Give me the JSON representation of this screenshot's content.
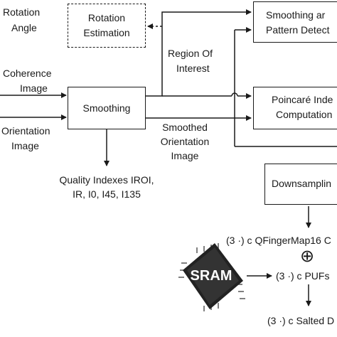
{
  "labels": {
    "rotation_angle_1": "Rotation",
    "rotation_angle_2": "Angle",
    "coherence_1": "Coherence",
    "coherence_2": "Image",
    "orientation_1": "Orientation",
    "orientation_2": "Image",
    "roi_1": "Region Of",
    "roi_2": "Interest",
    "smoothed_1": "Smoothed",
    "smoothed_2": "Orientation",
    "smoothed_3": "Image",
    "quality_1": "Quality Indexes IROI,",
    "quality_2": "IR, I0, I45, I135",
    "qfinger": "(3 ·) c QFingerMap16 C",
    "xor_symbol": "⊕",
    "pufs": "(3 ·) c PUFs",
    "salted": "(3 ·) c Salted D"
  },
  "boxes": {
    "rotation_estimation_1": "Rotation",
    "rotation_estimation_2": "Estimation",
    "smoothing": "Smoothing",
    "smoothing_pattern_1": "Smoothing ar",
    "smoothing_pattern_2": "Pattern Detect",
    "poincare_1": "Poincaré Inde",
    "poincare_2": "Computation",
    "downsampling": "Downsamplin"
  },
  "chip": {
    "label": "SRAM"
  }
}
